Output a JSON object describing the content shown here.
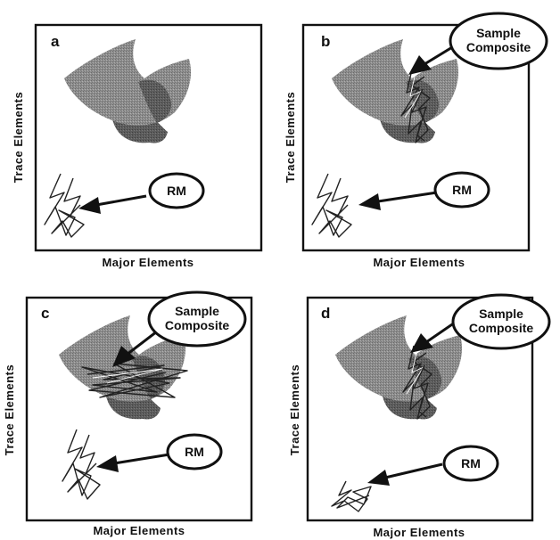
{
  "panels": [
    {
      "letter": "a",
      "rm_label": "RM",
      "composite_label_lines": []
    },
    {
      "letter": "b",
      "rm_label": "RM",
      "composite_label_lines": [
        "Sample",
        "Composite"
      ]
    },
    {
      "letter": "c",
      "rm_label": "RM",
      "composite_label_lines": [
        "Sample",
        "Composite"
      ]
    },
    {
      "letter": "d",
      "rm_label": "RM",
      "composite_label_lines": [
        "Sample",
        "Composite"
      ]
    }
  ],
  "axes": {
    "x_label": "Major   Elements",
    "y_label": "Trace   Elements"
  },
  "colors": {
    "field_outer": "#8c8c8c",
    "field_inner": "#5e5e5e",
    "frame": "#111111"
  }
}
